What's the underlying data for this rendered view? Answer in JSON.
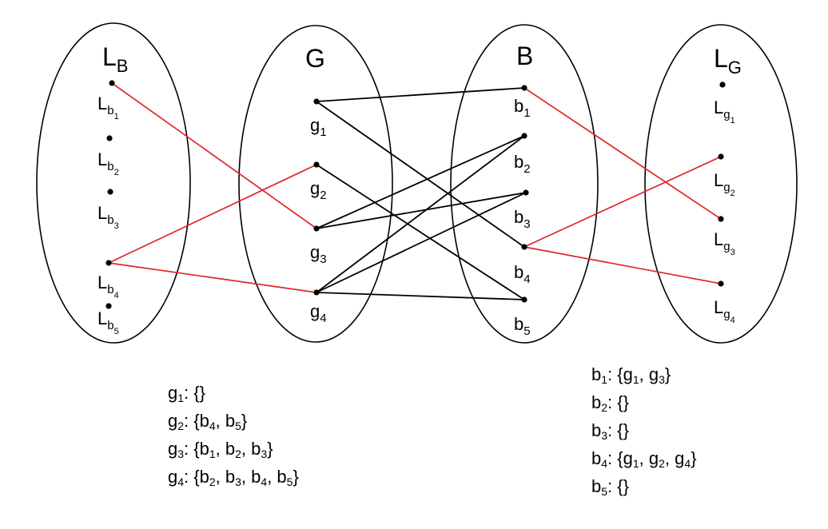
{
  "sets": [
    {
      "id": "LB",
      "title": "L",
      "title_sub": "B"
    },
    {
      "id": "G",
      "title": "G",
      "title_sub": ""
    },
    {
      "id": "B",
      "title": "B",
      "title_sub": ""
    },
    {
      "id": "LG",
      "title": "L",
      "title_sub": "G"
    }
  ],
  "nodes": {
    "Lb1": {
      "base": "L",
      "sub": "b",
      "subsub": "1"
    },
    "Lb2": {
      "base": "L",
      "sub": "b",
      "subsub": "2"
    },
    "Lb3": {
      "base": "L",
      "sub": "b",
      "subsub": "3"
    },
    "Lb4": {
      "base": "L",
      "sub": "b",
      "subsub": "4"
    },
    "Lb5": {
      "base": "L",
      "sub": "b",
      "subsub": "5"
    },
    "g1": {
      "base": "g",
      "sub": "1"
    },
    "g2": {
      "base": "g",
      "sub": "2"
    },
    "g3": {
      "base": "g",
      "sub": "3"
    },
    "g4": {
      "base": "g",
      "sub": "4"
    },
    "b1": {
      "base": "b",
      "sub": "1"
    },
    "b2": {
      "base": "b",
      "sub": "2"
    },
    "b3": {
      "base": "b",
      "sub": "3"
    },
    "b4": {
      "base": "b",
      "sub": "4"
    },
    "b5": {
      "base": "b",
      "sub": "5"
    },
    "Lg1": {
      "base": "L",
      "sub": "g",
      "subsub": "1"
    },
    "Lg2": {
      "base": "L",
      "sub": "g",
      "subsub": "2"
    },
    "Lg3": {
      "base": "L",
      "sub": "g",
      "subsub": "3"
    },
    "Lg4": {
      "base": "L",
      "sub": "g",
      "subsub": "4"
    }
  },
  "edges": [
    {
      "from": "g1",
      "to": "b1",
      "kind": "black"
    },
    {
      "from": "g1",
      "to": "b4",
      "kind": "black"
    },
    {
      "from": "g2",
      "to": "b5",
      "kind": "black"
    },
    {
      "from": "g3",
      "to": "b2",
      "kind": "black"
    },
    {
      "from": "g3",
      "to": "b3",
      "kind": "black"
    },
    {
      "from": "g4",
      "to": "b2",
      "kind": "black"
    },
    {
      "from": "g4",
      "to": "b3",
      "kind": "black"
    },
    {
      "from": "g4",
      "to": "b5",
      "kind": "black"
    },
    {
      "from": "Lb1",
      "to": "g3",
      "kind": "red"
    },
    {
      "from": "Lb4",
      "to": "g2",
      "kind": "red"
    },
    {
      "from": "Lb4",
      "to": "g4",
      "kind": "red"
    },
    {
      "from": "b1",
      "to": "Lg3",
      "kind": "red"
    },
    {
      "from": "b4",
      "to": "Lg2",
      "kind": "red"
    },
    {
      "from": "b4",
      "to": "Lg4",
      "kind": "red"
    }
  ],
  "colors": {
    "black_edge": "#000000",
    "red_edge": "#e0262b",
    "ellipse": "#000000",
    "dot": "#000000"
  },
  "g_lists": [
    {
      "name": "g",
      "sub": "1",
      "list": [],
      "suffix": ": {}"
    },
    {
      "name": "g",
      "sub": "2",
      "list": [
        [
          "b",
          "4"
        ],
        [
          "b",
          "5"
        ]
      ]
    },
    {
      "name": "g",
      "sub": "3",
      "list": [
        [
          "b",
          "1"
        ],
        [
          "b",
          "2"
        ],
        [
          "b",
          "3"
        ]
      ]
    },
    {
      "name": "g",
      "sub": "4",
      "list": [
        [
          "b",
          "2"
        ],
        [
          "b",
          "3"
        ],
        [
          "b",
          "4"
        ],
        [
          "b",
          "5"
        ]
      ]
    }
  ],
  "b_lists": [
    {
      "name": "b",
      "sub": "1",
      "list": [
        [
          "g",
          "1"
        ],
        [
          "g",
          "3"
        ]
      ]
    },
    {
      "name": "b",
      "sub": "2",
      "list": []
    },
    {
      "name": "b",
      "sub": "3",
      "list": []
    },
    {
      "name": "b",
      "sub": "4",
      "list": [
        [
          "g",
          "1"
        ],
        [
          "g",
          "2"
        ],
        [
          "g",
          "4"
        ]
      ]
    },
    {
      "name": "b",
      "sub": "5",
      "list": []
    }
  ]
}
